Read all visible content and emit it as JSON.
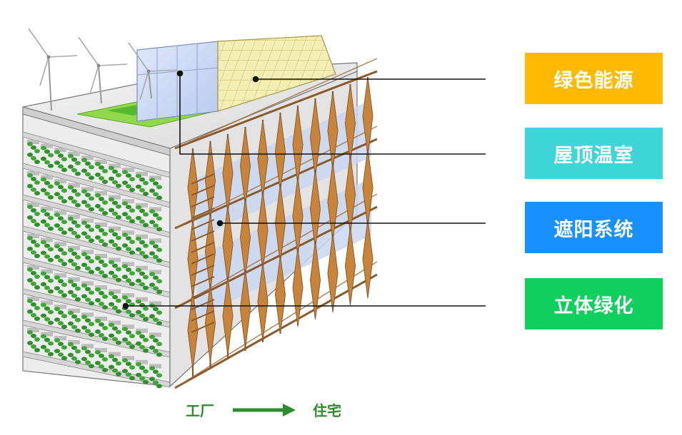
{
  "labels": [
    {
      "text": "绿色能源",
      "color": "#FFBA00"
    },
    {
      "text": "屋顶温室",
      "color": "#3ED6D9"
    },
    {
      "text": "遮阳系统",
      "color": "#1890FF"
    },
    {
      "text": "立体绿化",
      "color": "#0FCF5F"
    }
  ],
  "footer": {
    "from": "工厂",
    "to": "住宅",
    "color": "#2E8B2E"
  },
  "colors": {
    "facade_frame": "#8B5A2B",
    "louver": "#C8843A",
    "glass": "#C9D7F0",
    "roof_green": "#8FD94A",
    "solar_panel": "#F2EDB0",
    "vine": "#3FA535"
  },
  "icons": [
    "wind-turbine-icon",
    "arrow-right-icon"
  ]
}
